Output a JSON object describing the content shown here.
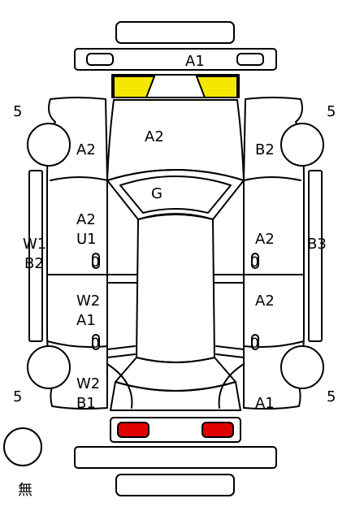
{
  "colors": {
    "headlight_marked": "#f5e600",
    "taillight_marked": "#e00000",
    "line": "#000000",
    "background": "#ffffff"
  },
  "front": {
    "bumper_code": "A1"
  },
  "hood": {
    "code": "A2"
  },
  "windshield": {
    "code": "G"
  },
  "left_side": {
    "front_tire": "5",
    "rear_tire": "5",
    "fender": "A2",
    "front_door": [
      "A2",
      "U1"
    ],
    "rear_door": [
      "W2",
      "A1"
    ],
    "rear_quarter": [
      "W2",
      "B1"
    ],
    "step": [
      "W1",
      "B2"
    ],
    "front_door_handle": "0",
    "rear_door_handle": "0"
  },
  "right_side": {
    "front_tire": "5",
    "rear_tire": "5",
    "fender": "B2",
    "front_door": "A2",
    "rear_door": "A2",
    "rear_quarter": "A1",
    "step": "B3",
    "front_door_handle": "0",
    "rear_door_handle": "0"
  },
  "spare_tire": {
    "label": "無"
  }
}
